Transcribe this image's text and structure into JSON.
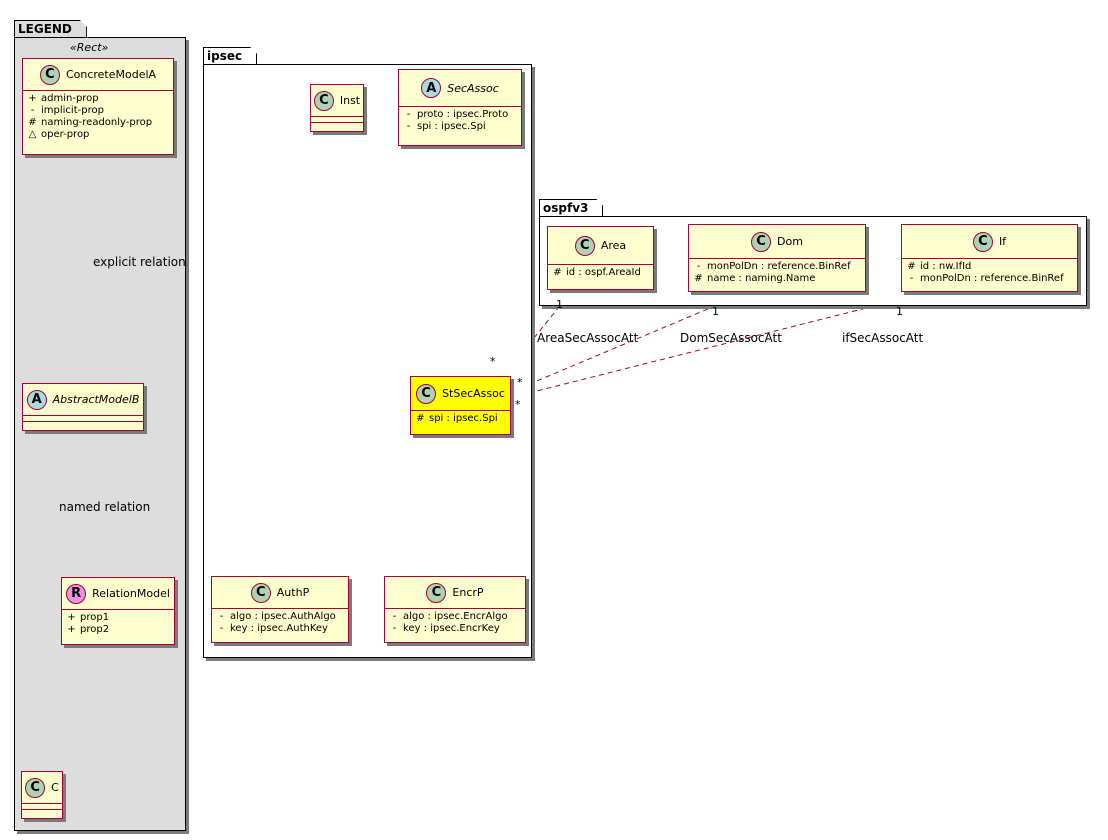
{
  "colors": {
    "class_fill": "#fefece",
    "class_border": "#a80036",
    "highlight_fill": "#ffff00",
    "circle_class": "#add1b2",
    "circle_abstract": "#a9dcdf",
    "circle_relation": "#eb93df",
    "legend_fill": "#dddddd"
  },
  "legend": {
    "title": "LEGEND",
    "stereotype": "«Rect»",
    "concrete": {
      "icon": "C",
      "name": "ConcreteModelA",
      "attrs": [
        {
          "vis": "+",
          "text": "admin-prop"
        },
        {
          "vis": "-",
          "text": "implicit-prop"
        },
        {
          "vis": "#",
          "text": "naming-readonly-prop"
        },
        {
          "vis": "△",
          "text": "oper-prop"
        }
      ]
    },
    "abstract": {
      "icon": "A",
      "name": "AbstractModelB"
    },
    "relation": {
      "icon": "R",
      "name": "RelationModel",
      "attrs": [
        {
          "vis": "+",
          "text": "prop1"
        },
        {
          "vis": "+",
          "text": "prop2"
        }
      ]
    },
    "c": {
      "icon": "C",
      "name": "C"
    },
    "explicit_label": "explicit relation",
    "named_label": "named relation"
  },
  "ipsec": {
    "title": "ipsec",
    "inst": {
      "icon": "C",
      "name": "Inst"
    },
    "secassoc": {
      "icon": "A",
      "name": "SecAssoc",
      "attrs": [
        {
          "vis": "-",
          "text": "proto : ipsec.Proto"
        },
        {
          "vis": "-",
          "text": "spi : ipsec.Spi"
        }
      ]
    },
    "stsecassoc": {
      "icon": "C",
      "name": "StSecAssoc",
      "attrs": [
        {
          "vis": "#",
          "text": "spi : ipsec.Spi"
        }
      ]
    },
    "authp": {
      "icon": "C",
      "name": "AuthP",
      "attrs": [
        {
          "vis": "-",
          "text": "algo : ipsec.AuthAlgo"
        },
        {
          "vis": "-",
          "text": "key : ipsec.AuthKey"
        }
      ]
    },
    "encrp": {
      "icon": "C",
      "name": "EncrP",
      "attrs": [
        {
          "vis": "-",
          "text": "algo : ipsec.EncrAlgo"
        },
        {
          "vis": "-",
          "text": "key : ipsec.EncrKey"
        }
      ]
    }
  },
  "ospfv3": {
    "title": "ospfv3",
    "area": {
      "icon": "C",
      "name": "Area",
      "attrs": [
        {
          "vis": "#",
          "text": "id : ospf.AreaId"
        }
      ]
    },
    "dom": {
      "icon": "C",
      "name": "Dom",
      "attrs": [
        {
          "vis": "-",
          "text": "monPolDn : reference.BinRef"
        },
        {
          "vis": "#",
          "text": "name : naming.Name"
        }
      ]
    },
    "if": {
      "icon": "C",
      "name": "If",
      "attrs": [
        {
          "vis": "#",
          "text": "id : nw.IfId"
        },
        {
          "vis": "-",
          "text": "monPolDn : reference.BinRef"
        }
      ]
    }
  },
  "relations": {
    "area": {
      "label": "AreaSecAssocAtt",
      "src": "1",
      "dst": "*"
    },
    "dom": {
      "label": "DomSecAssocAtt",
      "src": "1",
      "dst": "*"
    },
    "if": {
      "label": "ifSecAssocAtt",
      "src": "1",
      "dst": "*"
    }
  }
}
